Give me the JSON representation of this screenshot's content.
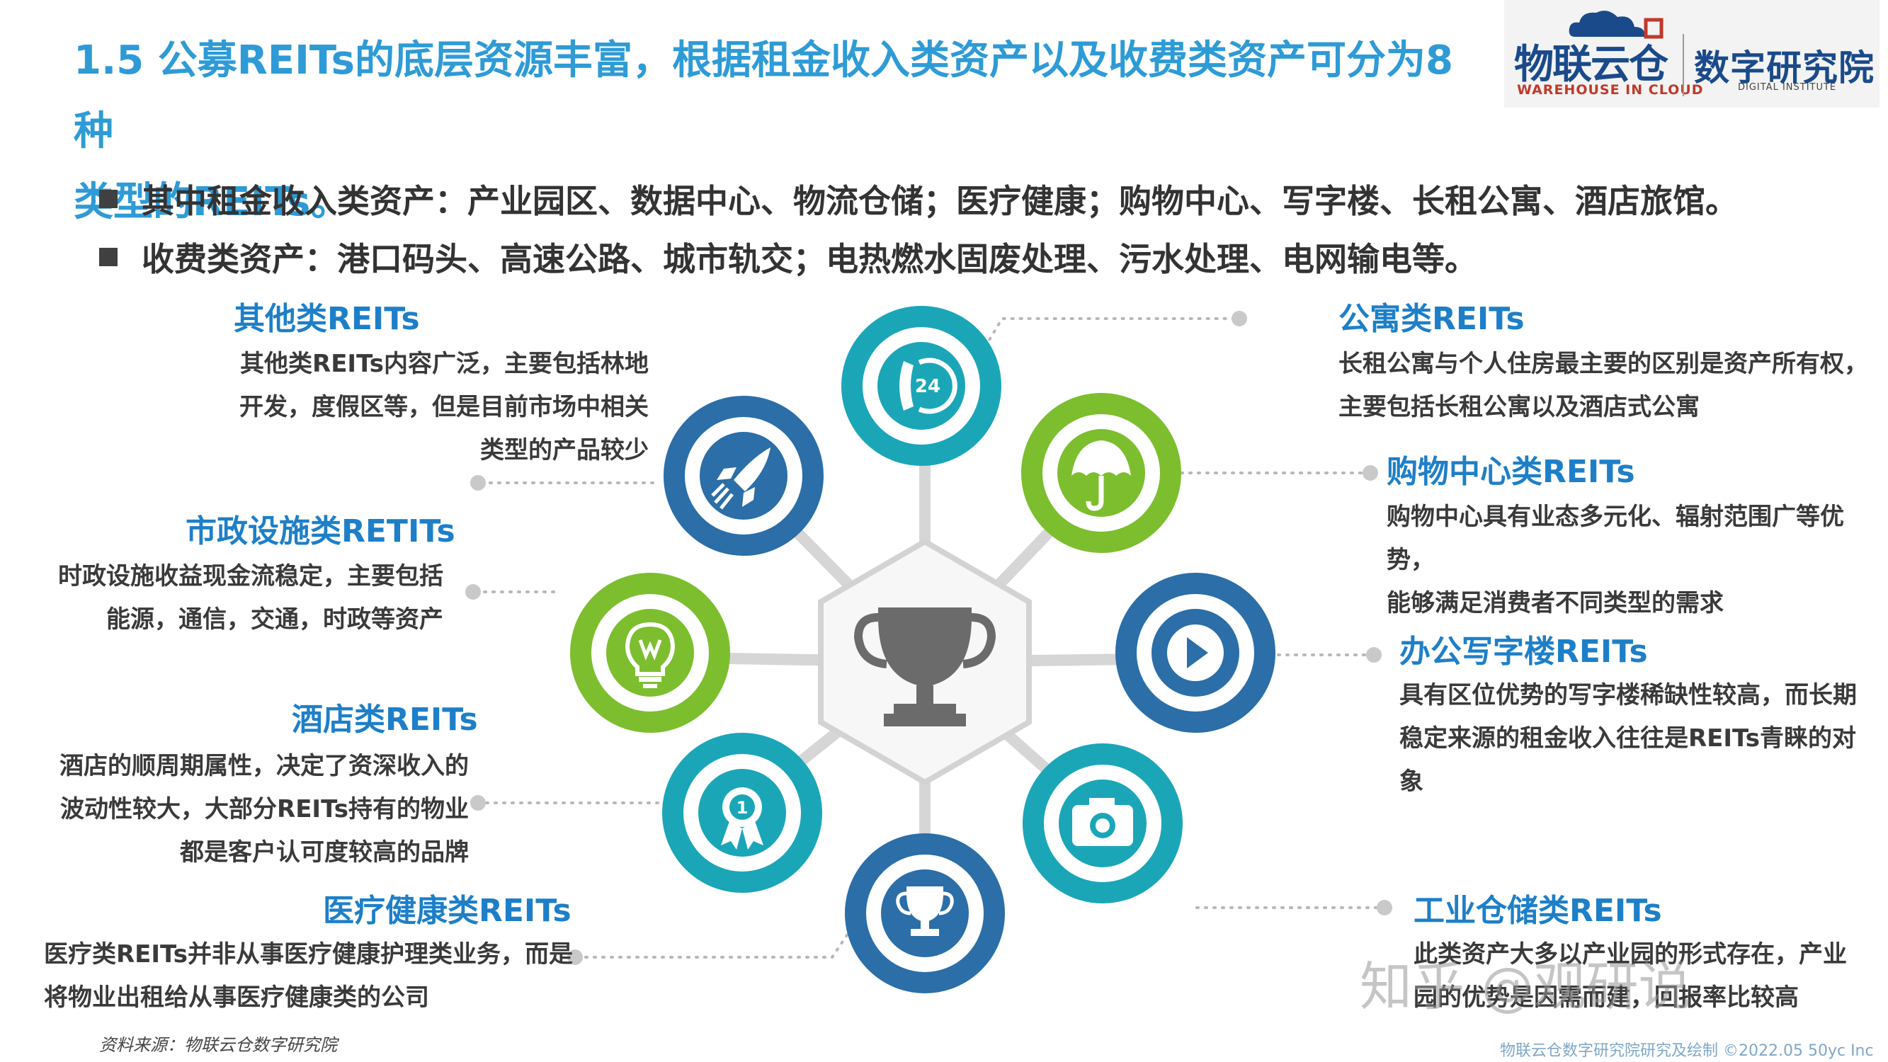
{
  "title": {
    "line1": "1.5 公募REITs的底层资源丰富，根据租金收入类资产以及收费类资产可分为8种",
    "line2": "类型的REITs。"
  },
  "bullets": [
    "其中租金收入类资产：产业园区、数据中心、物流仓储；医疗健康；购物中心、写字楼、长租公寓、酒店旅馆。",
    "收费类资产：港口码头、高速公路、城市轨交；电热燃水固废处理、污水处理、电网输电等。"
  ],
  "logo": {
    "brand": "物联云仓",
    "brand_en": "WAREHOUSE IN CLOUD",
    "institute": "数字研究院",
    "institute_en": "DIGITAL INSTITUTE"
  },
  "categories": {
    "other": {
      "heading": "其他类REITs",
      "lines": [
        "其他类REITs内容广泛，主要包括林地",
        "开发，度假区等，但是目前市场中相关",
        "类型的产品较少"
      ]
    },
    "municipal": {
      "heading": "市政设施类RETITs",
      "lines": [
        "时政设施收益现金流稳定，主要包括",
        "能源，通信，交通，时政等资产"
      ]
    },
    "hotel": {
      "heading": "酒店类REITs",
      "lines": [
        "酒店的顺周期属性，决定了资深收入的",
        "波动性较大，大部分REITs持有的物业",
        "都是客户认可度较高的品牌"
      ]
    },
    "medical": {
      "heading": "医疗健康类REITs",
      "lines": [
        "医疗类REITs并非从事医疗健康护理类业务，而是",
        "将物业出租给从事医疗健康类的公司"
      ]
    },
    "apartment": {
      "heading": "公寓类REITs",
      "lines": [
        "长租公寓与个人住房最主要的区别是资产所有权，",
        "主要包括长租公寓以及酒店式公寓"
      ]
    },
    "shopping": {
      "heading": "购物中心类REITs",
      "lines": [
        "购物中心具有业态多元化、辐射范围广等优势，",
        "能够满足消费者不同类型的需求"
      ]
    },
    "office": {
      "heading": "办公写字楼REITs",
      "lines": [
        "具有区位优势的写字楼稀缺性较高，而长期",
        "稳定来源的租金收入往往是REITs青睐的对",
        "象"
      ]
    },
    "industrial": {
      "heading": "工业仓储类REITs",
      "lines": [
        "此类资产大多以产业园的形式存在，产业",
        "园的优势是因需而建，回报率比较高"
      ]
    }
  },
  "hub": {
    "icon": "trophy-icon",
    "nodes": [
      {
        "id": "top",
        "icon": "phone-24-icon",
        "ring": "#1BA6B8"
      },
      {
        "id": "top-right",
        "icon": "umbrella-icon",
        "ring": "#7DBE2F"
      },
      {
        "id": "right",
        "icon": "play-icon",
        "ring": "#2B6EA8"
      },
      {
        "id": "bottom-right",
        "icon": "camera-icon",
        "ring": "#1BA6B8"
      },
      {
        "id": "bottom",
        "icon": "trophy-cup-icon",
        "ring": "#2B6EA8"
      },
      {
        "id": "bottom-left",
        "icon": "medal-icon",
        "ring": "#1BA6B8"
      },
      {
        "id": "left",
        "icon": "lightbulb-icon",
        "ring": "#7DBE2F"
      },
      {
        "id": "top-left",
        "icon": "rocket-icon",
        "ring": "#2B6EA8"
      }
    ]
  },
  "source": "资料来源：物联云仓数字研究院",
  "footer": "物联云仓数字研究院研究及绘制   ©2022.05 50yc Inc",
  "watermark": "知乎 @观研说"
}
